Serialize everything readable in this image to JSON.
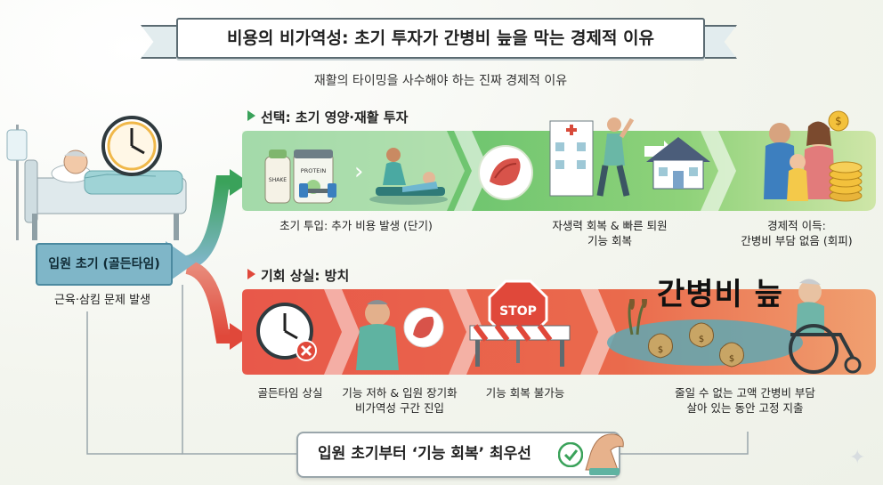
{
  "header": {
    "title": "비용의 비가역성: 초기 투자가 간병비 늪을 막는 경제적 이유",
    "subtitle": "재활의 타이밍을 사수해야 하는 진짜 경제적 이유"
  },
  "start": {
    "label": "입원 초기 (골든타임)",
    "caption": "근육·삼킴 문제 발생"
  },
  "good_path": {
    "label": "선택: 초기 영양·재활 투자",
    "products": {
      "bottle": "SHAKE",
      "tub": "PROTEIN"
    },
    "steps": [
      {
        "caption": "초기 투입: 추가 비용 발생 (단기)"
      },
      {
        "caption": "자생력 회복 & 빠른 퇴원\n기능 회복"
      },
      {
        "caption": "경제적 이득:\n간병비 부담 없음 (회피)"
      }
    ]
  },
  "bad_path": {
    "label": "기회 상실: 방치",
    "stop_sign": "STOP",
    "big_text": "간병비 늪",
    "steps": [
      {
        "caption": "골든타임 상실"
      },
      {
        "caption": "기능 저하 & 입원 장기화\n비가역성 구간 진입"
      },
      {
        "caption": "기능 회복 불가능"
      },
      {
        "caption": "줄일 수 없는 고액 간병비 부담\n살아 있는 동안 고정 지출"
      }
    ]
  },
  "footer": {
    "text": "입원 초기부터 ‘기능 회복’ 최우선"
  },
  "colors": {
    "green_band": "#5cc06e",
    "red_band": "#e85a48",
    "pill": "#7fb6c8",
    "accent_teal": "#4c8aa0"
  },
  "icons": [
    "clock-icon",
    "hospital-bed-icon",
    "dumbbell-icon",
    "protein-tub-icon",
    "muscle-icon",
    "hospital-icon",
    "house-icon",
    "family-icon",
    "coin-icon",
    "clock-cross-icon",
    "pain-icon",
    "stop-sign-icon",
    "broken-barrier-icon",
    "money-bag-icon",
    "wheelchair-icon",
    "check-icon",
    "flexed-arm-icon"
  ]
}
